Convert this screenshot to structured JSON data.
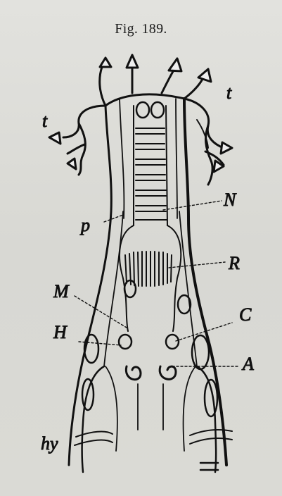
{
  "figure": {
    "title": "Fig. 189.",
    "labels": {
      "t_left": "t",
      "t_right": "t",
      "N": "N",
      "p": "p",
      "R": "R",
      "M": "M",
      "C": "C",
      "H": "H",
      "A": "A",
      "hy": "hy"
    }
  },
  "colors": {
    "ink": "#111111",
    "paper": "#dcdcd8"
  }
}
